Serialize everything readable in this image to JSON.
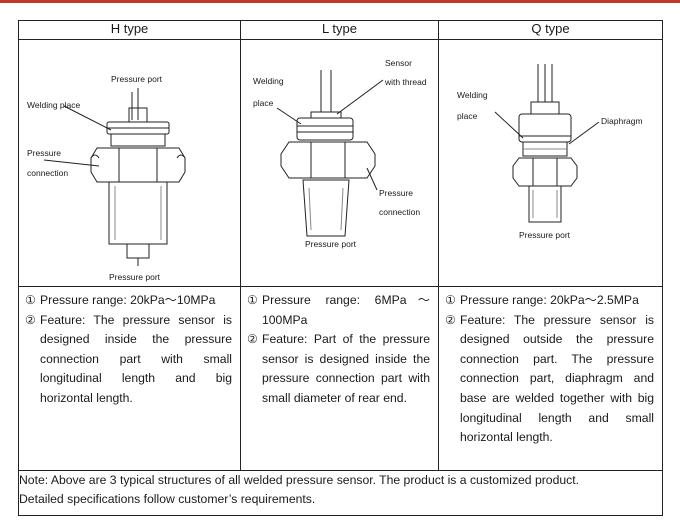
{
  "columns": [
    {
      "header": "H type",
      "labels": {
        "pressure_port_top": "Pressure port",
        "welding_place": "Welding place",
        "pressure": "Pressure",
        "connection": "connection",
        "pressure_port_bottom": "Pressure port"
      },
      "items": [
        {
          "marker": "①",
          "text": "Pressure range: 20kPa～10MPa"
        },
        {
          "marker": "②",
          "text": "Feature: The pressure sensor is designed inside the pressure connection part with small longitudinal length and big horizontal length."
        }
      ]
    },
    {
      "header": "L type",
      "labels": {
        "welding": "Welding",
        "place": "place",
        "sensor": "Sensor",
        "with_thread": "with thread",
        "pressure": "Pressure",
        "connection": "connection",
        "pressure_port": "Pressure port"
      },
      "items": [
        {
          "marker": "①",
          "text": "Pressure range: 6MPa～100MPa"
        },
        {
          "marker": "②",
          "text": "Feature: Part of the pressure sensor is designed inside the pressure connection part with small diameter of rear end."
        }
      ]
    },
    {
      "header": "Q type",
      "labels": {
        "welding": "Welding",
        "place": "place",
        "diaphragm": "Diaphragm",
        "pressure_port": "Pressure port"
      },
      "items": [
        {
          "marker": "①",
          "text": "Pressure range: 20kPa～2.5MPa"
        },
        {
          "marker": "②",
          "text": "Feature: The pressure sensor is designed outside the pressure connection part. The pressure connection part, diaphragm and base are welded together with big longitudinal length and small horizontal length."
        }
      ]
    }
  ],
  "note": {
    "line1": "Note: Above are 3 typical structures of all welded pressure sensor. The product is a customized product.",
    "line2": "Detailed specifications follow customer’s requirements."
  },
  "colors": {
    "top_bar": "#c0392b",
    "border": "#222222"
  }
}
